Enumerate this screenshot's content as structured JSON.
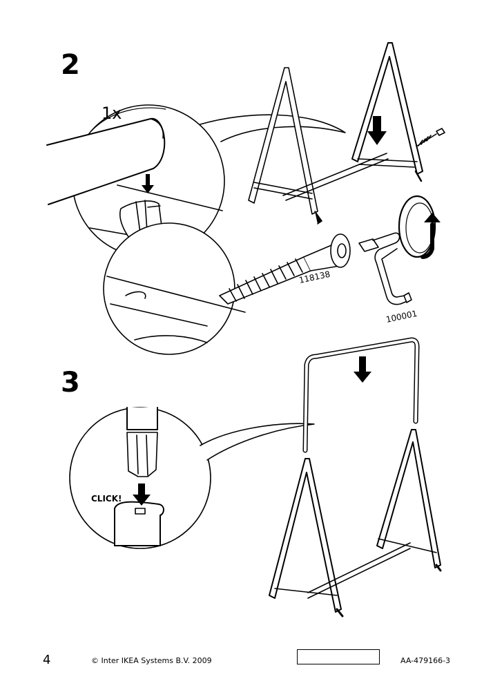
{
  "steps": {
    "step2": {
      "number": "2",
      "quantity": "1x",
      "screw_part_no": "118138",
      "tool_part_no": "100001"
    },
    "step3": {
      "number": "3",
      "click_label": "CLICK!"
    }
  },
  "footer": {
    "page_number": "4",
    "copyright": "© Inter IKEA Systems B.V. 2009",
    "doc_id": "AA-479166-3"
  }
}
